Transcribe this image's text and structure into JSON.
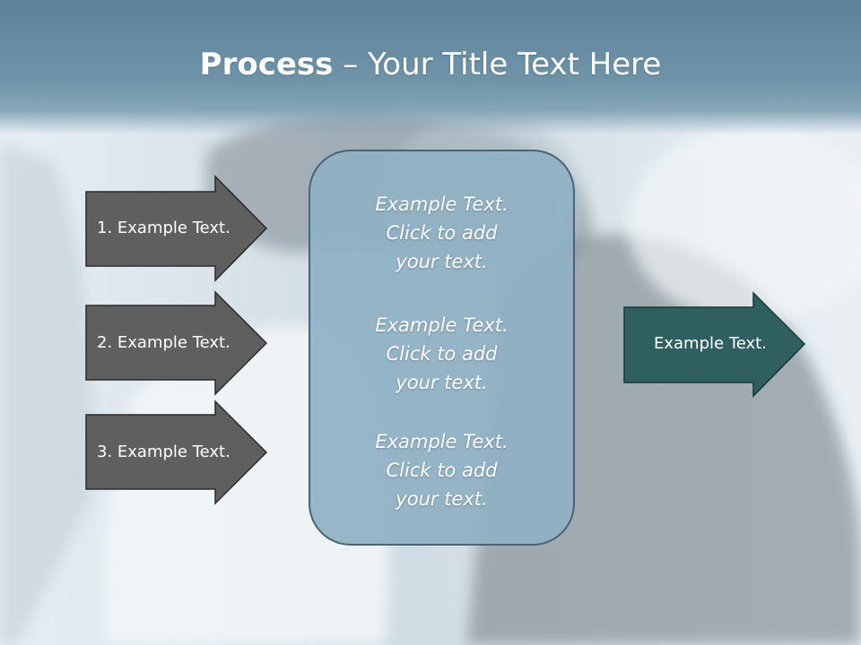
{
  "title": {
    "bold": "Process",
    "dash": " – ",
    "rest": "Your Title Text Here"
  },
  "left_arrows": [
    {
      "label": "1. Example Text."
    },
    {
      "label": "2. Example Text."
    },
    {
      "label": "3. Example Text."
    }
  ],
  "center_box": {
    "blocks": [
      {
        "line1": "Example Text.",
        "line2": "Click  to add",
        "line3": "your text."
      },
      {
        "line1": "Example Text.",
        "line2": "Click  to add",
        "line3": "your text."
      },
      {
        "line1": "Example Text.",
        "line2": "Click  to add",
        "line3": "your text."
      }
    ]
  },
  "right_arrow": {
    "label": "Example Text."
  },
  "colors": {
    "title_bar": "#6a8ea3",
    "left_arrow_fill": "#5f5f5f",
    "right_arrow_fill": "#2f5f5f",
    "center_box_fill": "#8fb1c4",
    "center_box_border": "#4a6474"
  }
}
